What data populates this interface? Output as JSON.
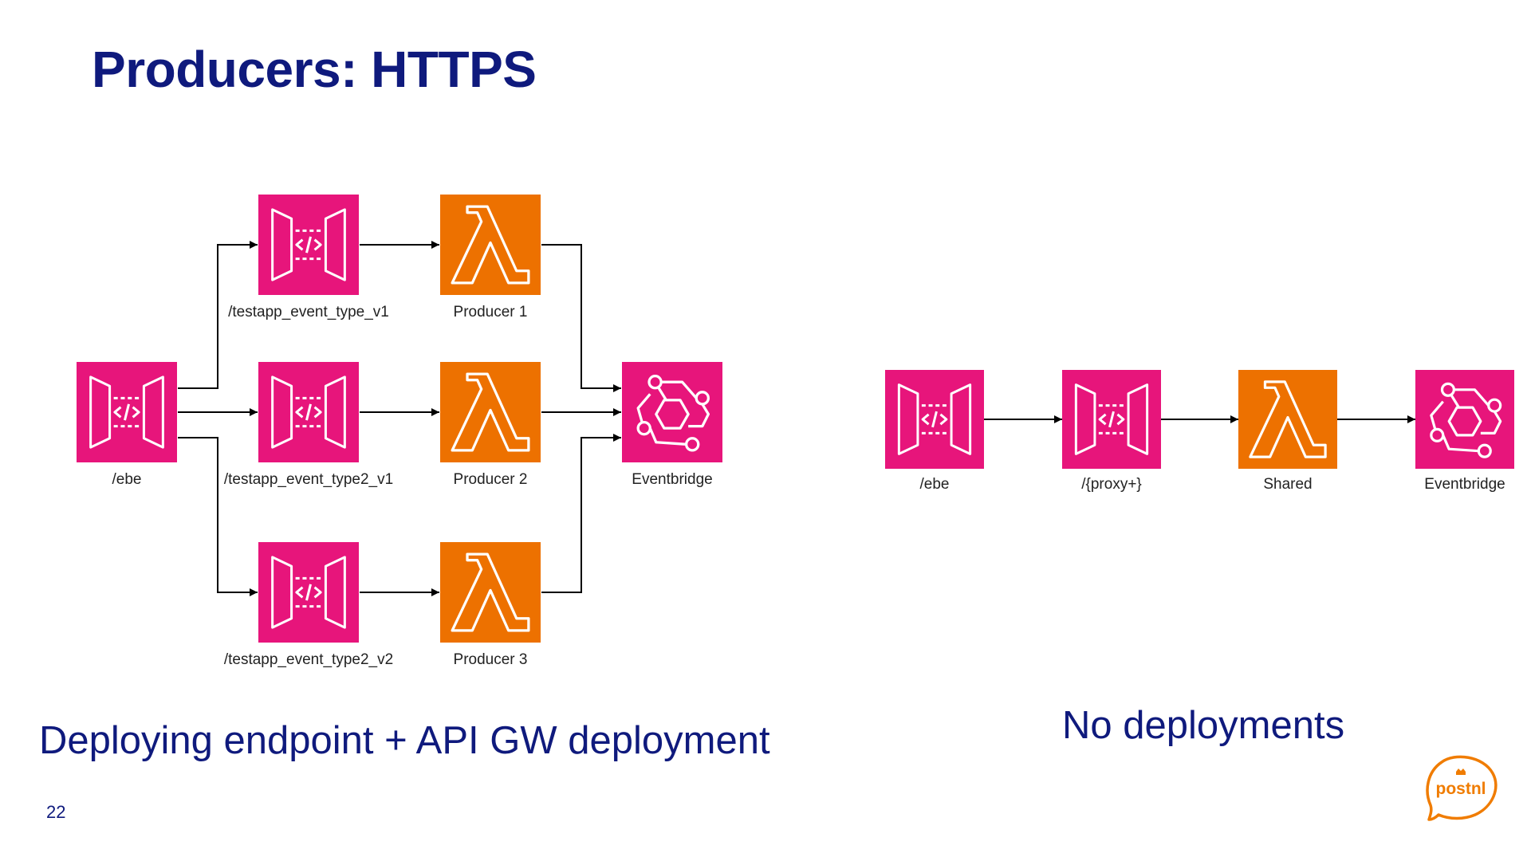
{
  "slide": {
    "title": "Producers: HTTPS",
    "page_number": "22"
  },
  "left_diagram": {
    "caption": "Deploying endpoint + API GW deployment",
    "nodes": {
      "ebe": {
        "label": "/ebe",
        "kind": "api-gateway"
      },
      "gw1": {
        "label": "/testapp_event_type_v1",
        "kind": "api-gateway"
      },
      "gw2": {
        "label": "/testapp_event_type2_v1",
        "kind": "api-gateway"
      },
      "gw3": {
        "label": "/testapp_event_type2_v2",
        "kind": "api-gateway"
      },
      "p1": {
        "label": "Producer 1",
        "kind": "lambda"
      },
      "p2": {
        "label": "Producer 2",
        "kind": "lambda"
      },
      "p3": {
        "label": "Producer 3",
        "kind": "lambda"
      },
      "eb": {
        "label": "Eventbridge",
        "kind": "eventbridge"
      }
    },
    "edges": [
      [
        "ebe",
        "gw1"
      ],
      [
        "ebe",
        "gw2"
      ],
      [
        "ebe",
        "gw3"
      ],
      [
        "gw1",
        "p1"
      ],
      [
        "gw2",
        "p2"
      ],
      [
        "gw3",
        "p3"
      ],
      [
        "p1",
        "eb"
      ],
      [
        "p2",
        "eb"
      ],
      [
        "p3",
        "eb"
      ]
    ]
  },
  "right_diagram": {
    "caption": "No deployments",
    "nodes": {
      "ebe": {
        "label": "/ebe",
        "kind": "api-gateway"
      },
      "proxy": {
        "label": "/{proxy+}",
        "kind": "api-gateway"
      },
      "shared": {
        "label": "Shared",
        "kind": "lambda"
      },
      "eb": {
        "label": "Eventbridge",
        "kind": "eventbridge"
      }
    },
    "edges": [
      [
        "ebe",
        "proxy"
      ],
      [
        "proxy",
        "shared"
      ],
      [
        "shared",
        "eb"
      ]
    ]
  },
  "logo": {
    "text": "postnl",
    "icon": "postnl-logo-icon",
    "color": "#f07c00"
  },
  "colors": {
    "title": "#0f1a7d",
    "api_gateway": "#e7157b",
    "lambda": "#ed7100",
    "eventbridge": "#e7157b",
    "connector": "#000000"
  }
}
